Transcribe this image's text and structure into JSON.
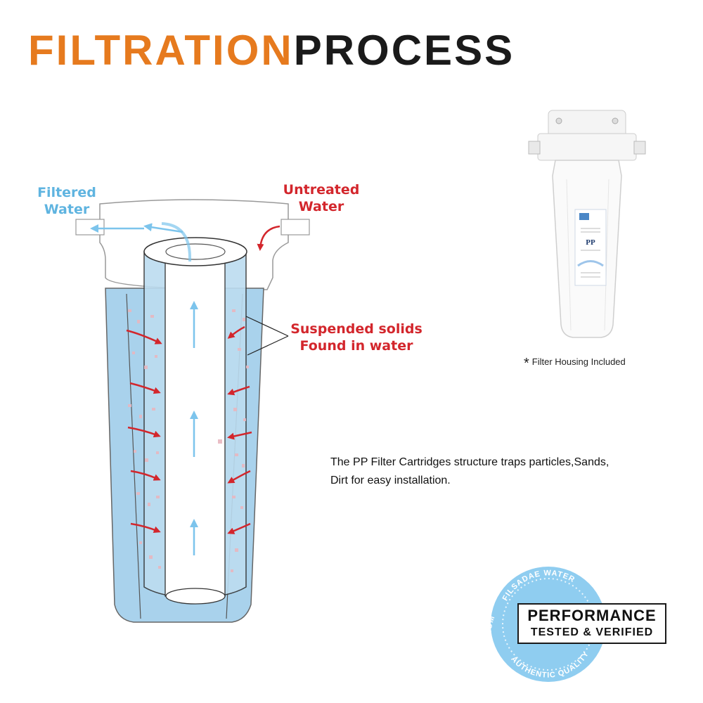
{
  "title": {
    "part1": "FILTRATION",
    "part2": "PROCESS"
  },
  "labels": {
    "filtered_water": [
      "Filtered",
      "Water"
    ],
    "untreated_water": [
      "Untreated",
      "Water"
    ],
    "suspended_solids": [
      "Suspended solids",
      "Found in water"
    ]
  },
  "description": [
    "The PP Filter Cartridges structure traps particles,Sands,",
    "Dirt for easy installation."
  ],
  "product": {
    "note_marker": "*",
    "note": "Filter Housing Included",
    "cartridge_label": "PP"
  },
  "seal": {
    "ring_top": "FILSADAE WATER",
    "ring_left": "PREMIUM",
    "ring_bottom": "AUTHENTIC QUALITY",
    "line1": "PERFORMANCE",
    "line2": "TESTED & VERIFIED"
  },
  "colors": {
    "title_orange": "#e67a1e",
    "title_black": "#1a1a1a",
    "filtered_blue": "#5fb4e0",
    "untreated_red": "#d3262c",
    "water_blue": "#a9d2ec",
    "seal_blue": "#8fcdf0"
  }
}
